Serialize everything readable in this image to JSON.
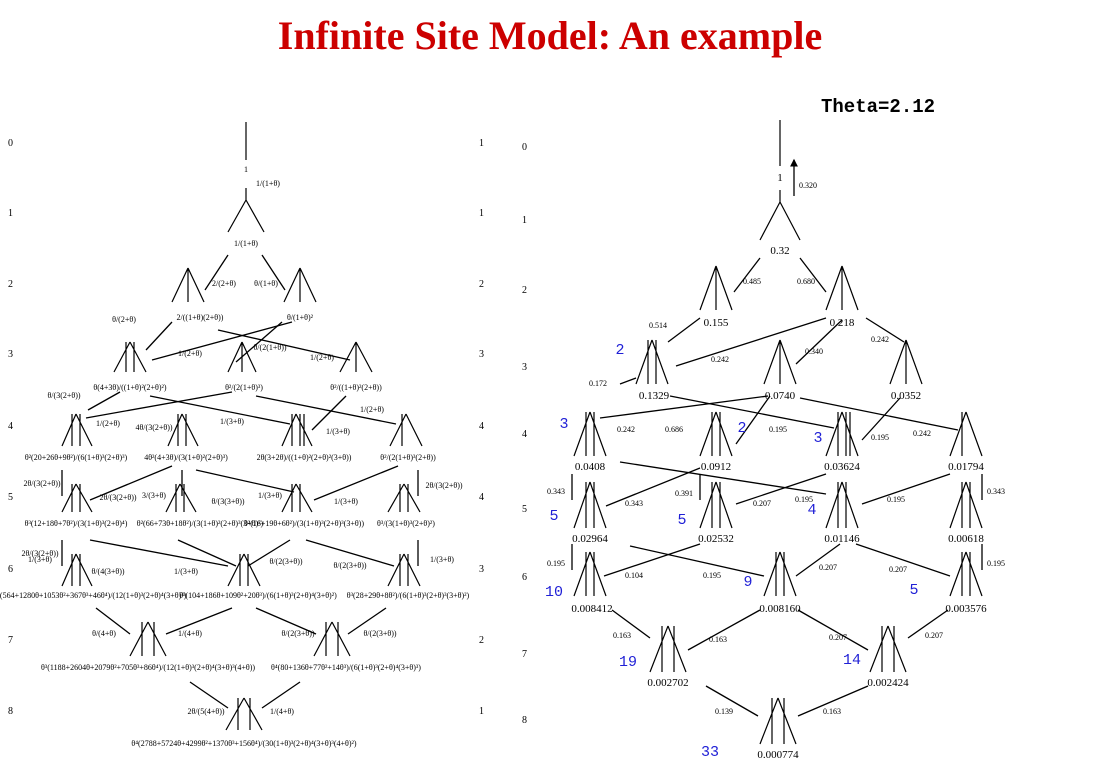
{
  "title": "Infinite Site Model: An example",
  "theta_label": "Theta=2.12",
  "left_level_numbers": [
    "0",
    "1",
    "2",
    "3",
    "4",
    "5",
    "6",
    "7",
    "8"
  ],
  "left_mutation_numbers": [
    "1",
    "1",
    "2",
    "3",
    "4",
    "4",
    "3",
    "2",
    "1"
  ],
  "right_level_numbers": [
    "0",
    "1",
    "2",
    "3",
    "4",
    "5",
    "6",
    "7",
    "8"
  ],
  "left_formulas": {
    "root": "1",
    "root_edge": "1/(1+θ)",
    "l1": "1/(1+θ)",
    "l2_edge_a": "2/(2+θ)",
    "l2_edge_b": "θ/(1+θ)",
    "l2a": "2/((1+θ)(2+θ))",
    "l2b": "θ/(1+θ)²",
    "l2_side": "θ/(2+θ)",
    "l3_edge_a": "1/(2+θ)",
    "l3_edge_b": "θ/(2(1+θ))",
    "l3_edge_c": "1/(2+θ)",
    "l3a": "θ(4+3θ)/((1+θ)²(2+θ)²)",
    "l3b": "θ²/(2(1+θ)³)",
    "l3c": "θ²/((1+θ)²(2+θ))",
    "l3_side": "θ/(3(2+θ))",
    "l3_side_b": "1/(2+θ)",
    "l4_edge_a": "1/(2+θ)",
    "l4_edge_b": "4θ/(3(2+θ))",
    "l4_edge_c": "1/(3+θ)",
    "l4_edge_d": "1/(3+θ)",
    "l4a": "θ²(20+26θ+9θ²)/(6(1+θ)³(2+θ)³)",
    "l4b": "4θ²(4+3θ)/(3(1+θ)²(2+θ)³)",
    "l4c": "2θ(3+2θ)/((1+θ)²(2+θ)²(3+θ))",
    "l4d": "θ²/(2(1+θ)³(2+θ))",
    "l4_side": "2θ/(3(2+θ))",
    "l5_edge_a": "2θ/(3(2+θ))",
    "l5_edge_b": "3/(3+θ)",
    "l5_edge_c": "θ/(3(3+θ))",
    "l5_edge_d": "1/(3+θ)",
    "l5_edge_e": "1/(3+θ)",
    "l5_edge_f": "2θ/(3(2+θ))",
    "l5a": "θ³(12+18θ+7θ²)/(3(1+θ)³(2+θ)⁴)",
    "l5b": "θ²(66+73θ+18θ²)/(3(1+θ)²(2+θ)³(3+θ)²)",
    "l5c": "θ²(16+19θ+6θ²)/(3(1+θ)³(2+θ)³(3+θ))",
    "l5d": "θ³/(3(1+θ)³(2+θ)²)",
    "l5_side": "2θ/(3(2+θ))",
    "l6_edge_a": "1/(3+θ)",
    "l6_edge_b": "θ/(4(3+θ))",
    "l6_edge_c": "1/(3+θ)",
    "l6_edge_d": "θ/(2(3+θ))",
    "l6_edge_e": "θ/(2(3+θ))",
    "l6_edge_f": "1/(3+θ)",
    "l6a": "θ³(564+1280θ+1053θ²+367θ³+46θ⁴)/(12(1+θ)³(2+θ)⁴(3+θ)³)",
    "l6b": "θ³(104+186θ+109θ²+20θ³)/(6(1+θ)³(2+θ)⁴(3+θ)²)",
    "l6c": "θ³(28+29θ+8θ²)/(6(1+θ)³(2+θ)³(3+θ)²)",
    "l7_edge_a": "θ/(4+θ)",
    "l7_edge_b": "1/(4+θ)",
    "l7_edge_c": "θ/(2(3+θ))",
    "l7_edge_d": "θ/(2(3+θ))",
    "l7a": "θ³(1188+2604θ+2079θ²+705θ³+86θ⁴)/(12(1+θ)³(2+θ)⁴(3+θ)³(4+θ))",
    "l7b": "θ⁴(80+136θ+77θ²+14θ³)/(6(1+θ)³(2+θ)⁴(3+θ)³)",
    "l8_edge_a": "2θ/(5(4+θ))",
    "l8_edge_b": "1/(4+θ)",
    "l8": "θ⁴(2788+5724θ+4299θ²+1370θ³+156θ⁴)/(30(1+θ)³(2+θ)⁴(3+θ)³(4+θ)²)"
  },
  "right_nodes": {
    "n0": "1",
    "n1": "0.32",
    "n2a": "0.155",
    "n2b": "0.218",
    "n3a": "0.1329",
    "n3b": "0.0740",
    "n3c": "0.0352",
    "n4a": "0.0408",
    "n4b": "0.0912",
    "n4c": "0.03624",
    "n4d": "0.01794",
    "n5a": "0.02964",
    "n5b": "0.02532",
    "n5c": "0.01146",
    "n5d": "0.00618",
    "n6a": "0.008412",
    "n6b": "0.008160",
    "n6c": "0.003576",
    "n7a": "0.002702",
    "n7b": "0.002424",
    "n8": "0.000774"
  },
  "right_edges": {
    "e0": "0.320",
    "e1a": "0.485",
    "e1b": "0.680",
    "e2a": "0.514",
    "e2b": "0.242",
    "e2c": "0.340",
    "e2d": "0.242",
    "e3a": "0.172",
    "e3b": "0.242",
    "e3c": "0.686",
    "e3d": "0.195",
    "e3e": "0.195",
    "e3f": "0.242",
    "e4a": "0.343",
    "e4b": "0.343",
    "e4c": "0.391",
    "e4d": "0.207",
    "e4e": "0.195",
    "e4f": "0.195",
    "e4g": "0.343",
    "e5a": "0.195",
    "e5b": "0.104",
    "e5c": "0.195",
    "e5d": "0.207",
    "e5e": "0.207",
    "e5f": "0.195",
    "e6a": "0.163",
    "e6b": "0.163",
    "e6c": "0.207",
    "e6d": "0.207",
    "e7a": "0.139",
    "e7b": "0.163"
  },
  "blue_counts": {
    "c3a": "2",
    "c4a": "3",
    "c4b": "2",
    "c4c": "3",
    "c5a": "5",
    "c5b": "5",
    "c5c": "4",
    "c6a": "10",
    "c6b": "9",
    "c6c": "5",
    "c7a": "19",
    "c7b": "14",
    "c8": "33"
  },
  "colors": {
    "title": "#cc0000",
    "counts": "#1f1fd6"
  }
}
